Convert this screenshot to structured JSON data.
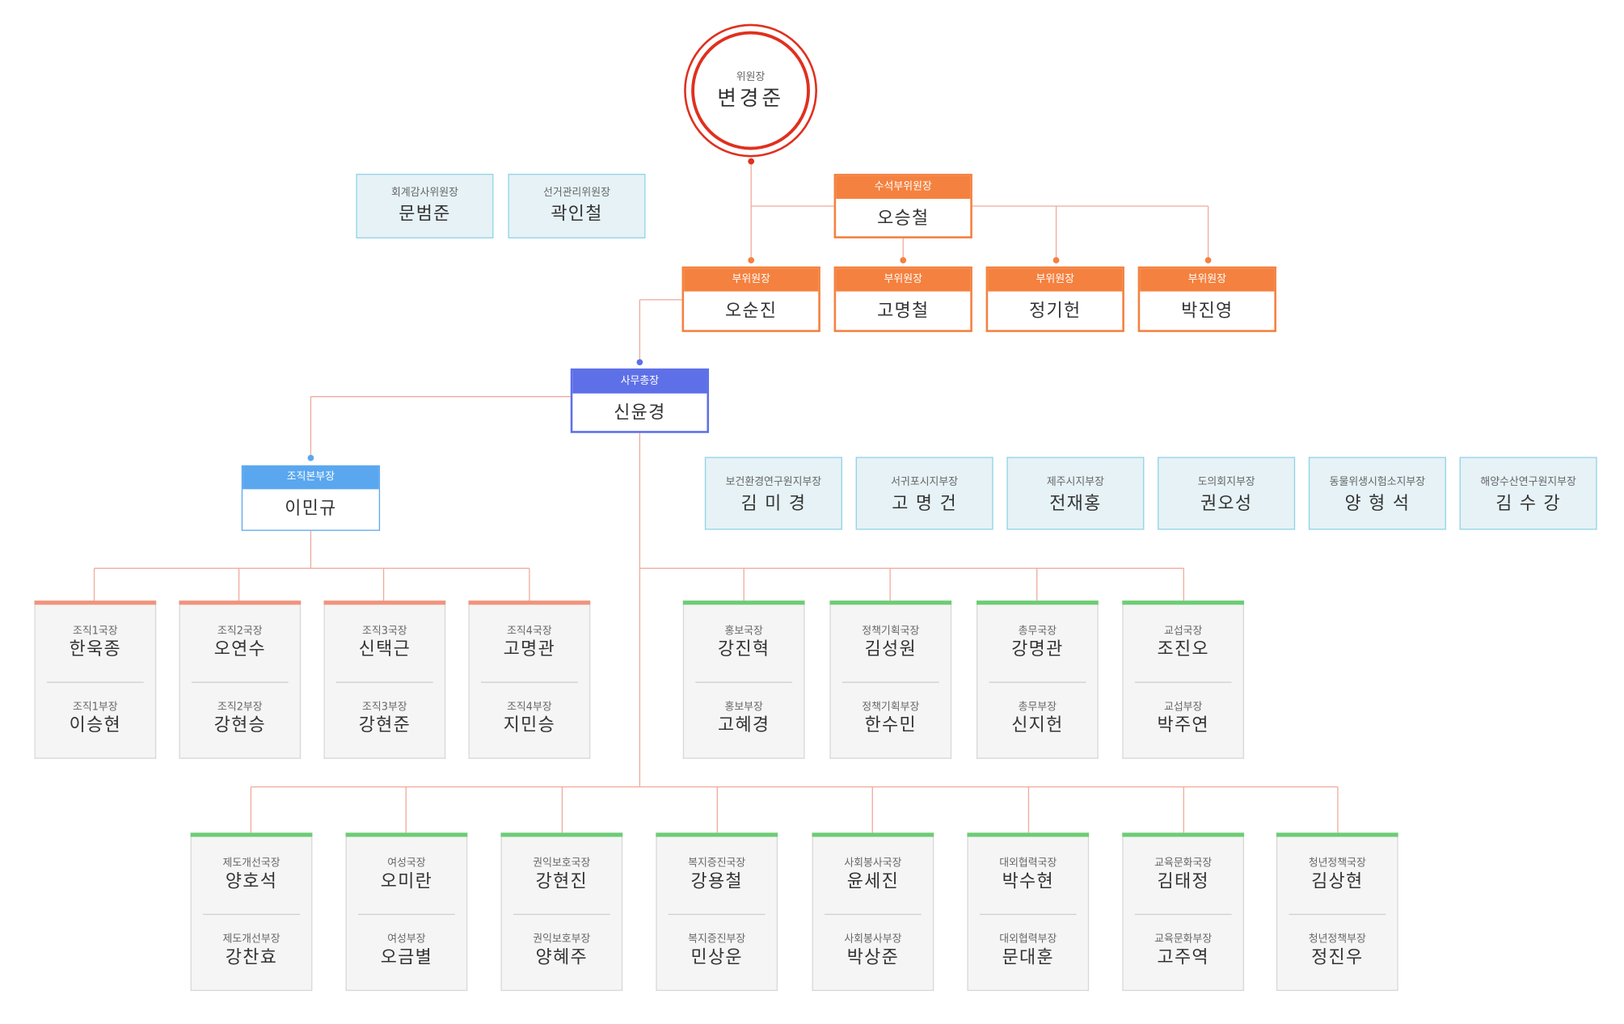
{
  "chairman": {
    "role": "위원장",
    "name": "변경준"
  },
  "senior_vice": {
    "role": "수석부위원장",
    "name": "오승철"
  },
  "vice_chairs": [
    {
      "role": "부위원장",
      "name": "오순진"
    },
    {
      "role": "부위원장",
      "name": "고명철"
    },
    {
      "role": "부위원장",
      "name": "정기헌"
    },
    {
      "role": "부위원장",
      "name": "박진영"
    }
  ],
  "committees": [
    {
      "role": "회계감사위원장",
      "name": "문범준"
    },
    {
      "role": "선거관리위원장",
      "name": "곽인철"
    }
  ],
  "secretary_general": {
    "role": "사무총장",
    "name": "신윤경"
  },
  "organization_head": {
    "role": "조직본부장",
    "name": "이민규"
  },
  "branch_heads": [
    {
      "role": "보건환경연구원지부장",
      "name": "김 미 경"
    },
    {
      "role": "서귀포시지부장",
      "name": "고 명 건"
    },
    {
      "role": "제주시지부장",
      "name": "전재홍"
    },
    {
      "role": "도의회지부장",
      "name": "권오성"
    },
    {
      "role": "동물위생시험소지부장",
      "name": "양 형 석"
    },
    {
      "role": "해양수산연구원지부장",
      "name": "김 수 강"
    }
  ],
  "org_departments": [
    {
      "chief_role": "조직1국장",
      "chief_name": "한욱종",
      "deputy_role": "조직1부장",
      "deputy_name": "이승현"
    },
    {
      "chief_role": "조직2국장",
      "chief_name": "오연수",
      "deputy_role": "조직2부장",
      "deputy_name": "강현승"
    },
    {
      "chief_role": "조직3국장",
      "chief_name": "신택근",
      "deputy_role": "조직3부장",
      "deputy_name": "강현준"
    },
    {
      "chief_role": "조직4국장",
      "chief_name": "고명관",
      "deputy_role": "조직4부장",
      "deputy_name": "지민승"
    }
  ],
  "policy_departments": [
    {
      "chief_role": "홍보국장",
      "chief_name": "강진혁",
      "deputy_role": "홍보부장",
      "deputy_name": "고혜경"
    },
    {
      "chief_role": "정책기획국장",
      "chief_name": "김성원",
      "deputy_role": "정책기획부장",
      "deputy_name": "한수민"
    },
    {
      "chief_role": "총무국장",
      "chief_name": "강명관",
      "deputy_role": "총무부장",
      "deputy_name": "신지헌"
    },
    {
      "chief_role": "교섭국장",
      "chief_name": "조진오",
      "deputy_role": "교섭부장",
      "deputy_name": "박주연"
    }
  ],
  "lower_departments": [
    {
      "chief_role": "제도개선국장",
      "chief_name": "양호석",
      "deputy_role": "제도개선부장",
      "deputy_name": "강찬효"
    },
    {
      "chief_role": "여성국장",
      "chief_name": "오미란",
      "deputy_role": "여성부장",
      "deputy_name": "오금별"
    },
    {
      "chief_role": "권익보호국장",
      "chief_name": "강현진",
      "deputy_role": "권익보호부장",
      "deputy_name": "양혜주"
    },
    {
      "chief_role": "복지증진국장",
      "chief_name": "강용철",
      "deputy_role": "복지증진부장",
      "deputy_name": "민상운"
    },
    {
      "chief_role": "사회봉사국장",
      "chief_name": "윤세진",
      "deputy_role": "사회봉사부장",
      "deputy_name": "박상준"
    },
    {
      "chief_role": "대외협력국장",
      "chief_name": "박수현",
      "deputy_role": "대외협력부장",
      "deputy_name": "문대훈"
    },
    {
      "chief_role": "교육문화국장",
      "chief_name": "김태정",
      "deputy_role": "교육문화부장",
      "deputy_name": "고주역"
    },
    {
      "chief_role": "청년정책국장",
      "chief_name": "김상현",
      "deputy_role": "청년정책부장",
      "deputy_name": "정진우"
    }
  ],
  "colors": {
    "chairman": "#e0301e",
    "vice": "#f4813f",
    "secretary": "#5e70e8",
    "organization": "#5aa7ef",
    "branch_bg": "#e6f2f6",
    "branch_border": "#8fd3e6",
    "org_bar": "#f0947e",
    "dept_bar": "#6dcc75",
    "connector": "#f0a99a"
  }
}
